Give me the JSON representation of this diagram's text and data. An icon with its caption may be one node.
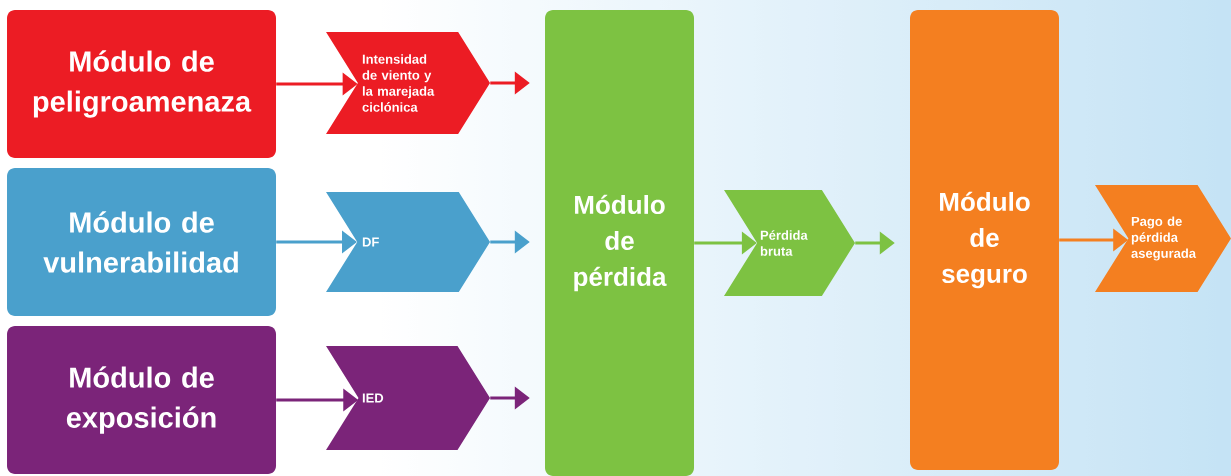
{
  "diagram": {
    "nodes": [
      {
        "text": [
          "Módulo de peligroamenaza"
        ]
      },
      {
        "text": [
          "Módulo de vulnerabilidad"
        ]
      },
      {
        "text": [
          "Módulo de exposición"
        ]
      },
      {
        "text": [
          "Intensidad de viento y la marejada ciclónica"
        ]
      },
      {
        "text": [
          "DF"
        ]
      },
      {
        "text": [
          "IED"
        ]
      },
      {
        "text": [
          "Módulo de pérdida"
        ]
      },
      {
        "text": [
          "Pérdida bruta"
        ]
      },
      {
        "text": [
          "Módulo de seguro"
        ]
      },
      {
        "text": [
          "Pago de pérdida asegurada"
        ]
      }
    ],
    "edges": [
      {
        "from": 0,
        "to": 3,
        "arrow": "to",
        "color": "#ec1c24"
      },
      {
        "from": 3,
        "to": 6,
        "arrow": "to",
        "color": "#ec1c24"
      },
      {
        "from": 1,
        "to": 4,
        "arrow": "to",
        "color": "#4aa0cc"
      },
      {
        "from": 4,
        "to": 6,
        "arrow": "to",
        "color": "#4aa0cc"
      },
      {
        "from": 2,
        "to": 5,
        "arrow": "to",
        "color": "#7b2479"
      },
      {
        "from": 5,
        "to": 6,
        "arrow": "to",
        "color": "#7b2479"
      },
      {
        "from": 6,
        "to": 7,
        "arrow": "to",
        "color": "#7dc242"
      },
      {
        "from": 7,
        "to": 8,
        "arrow": "to",
        "color": "#7dc242"
      },
      {
        "from": 8,
        "to": 9,
        "arrow": "to",
        "color": "#f47f20"
      }
    ]
  }
}
